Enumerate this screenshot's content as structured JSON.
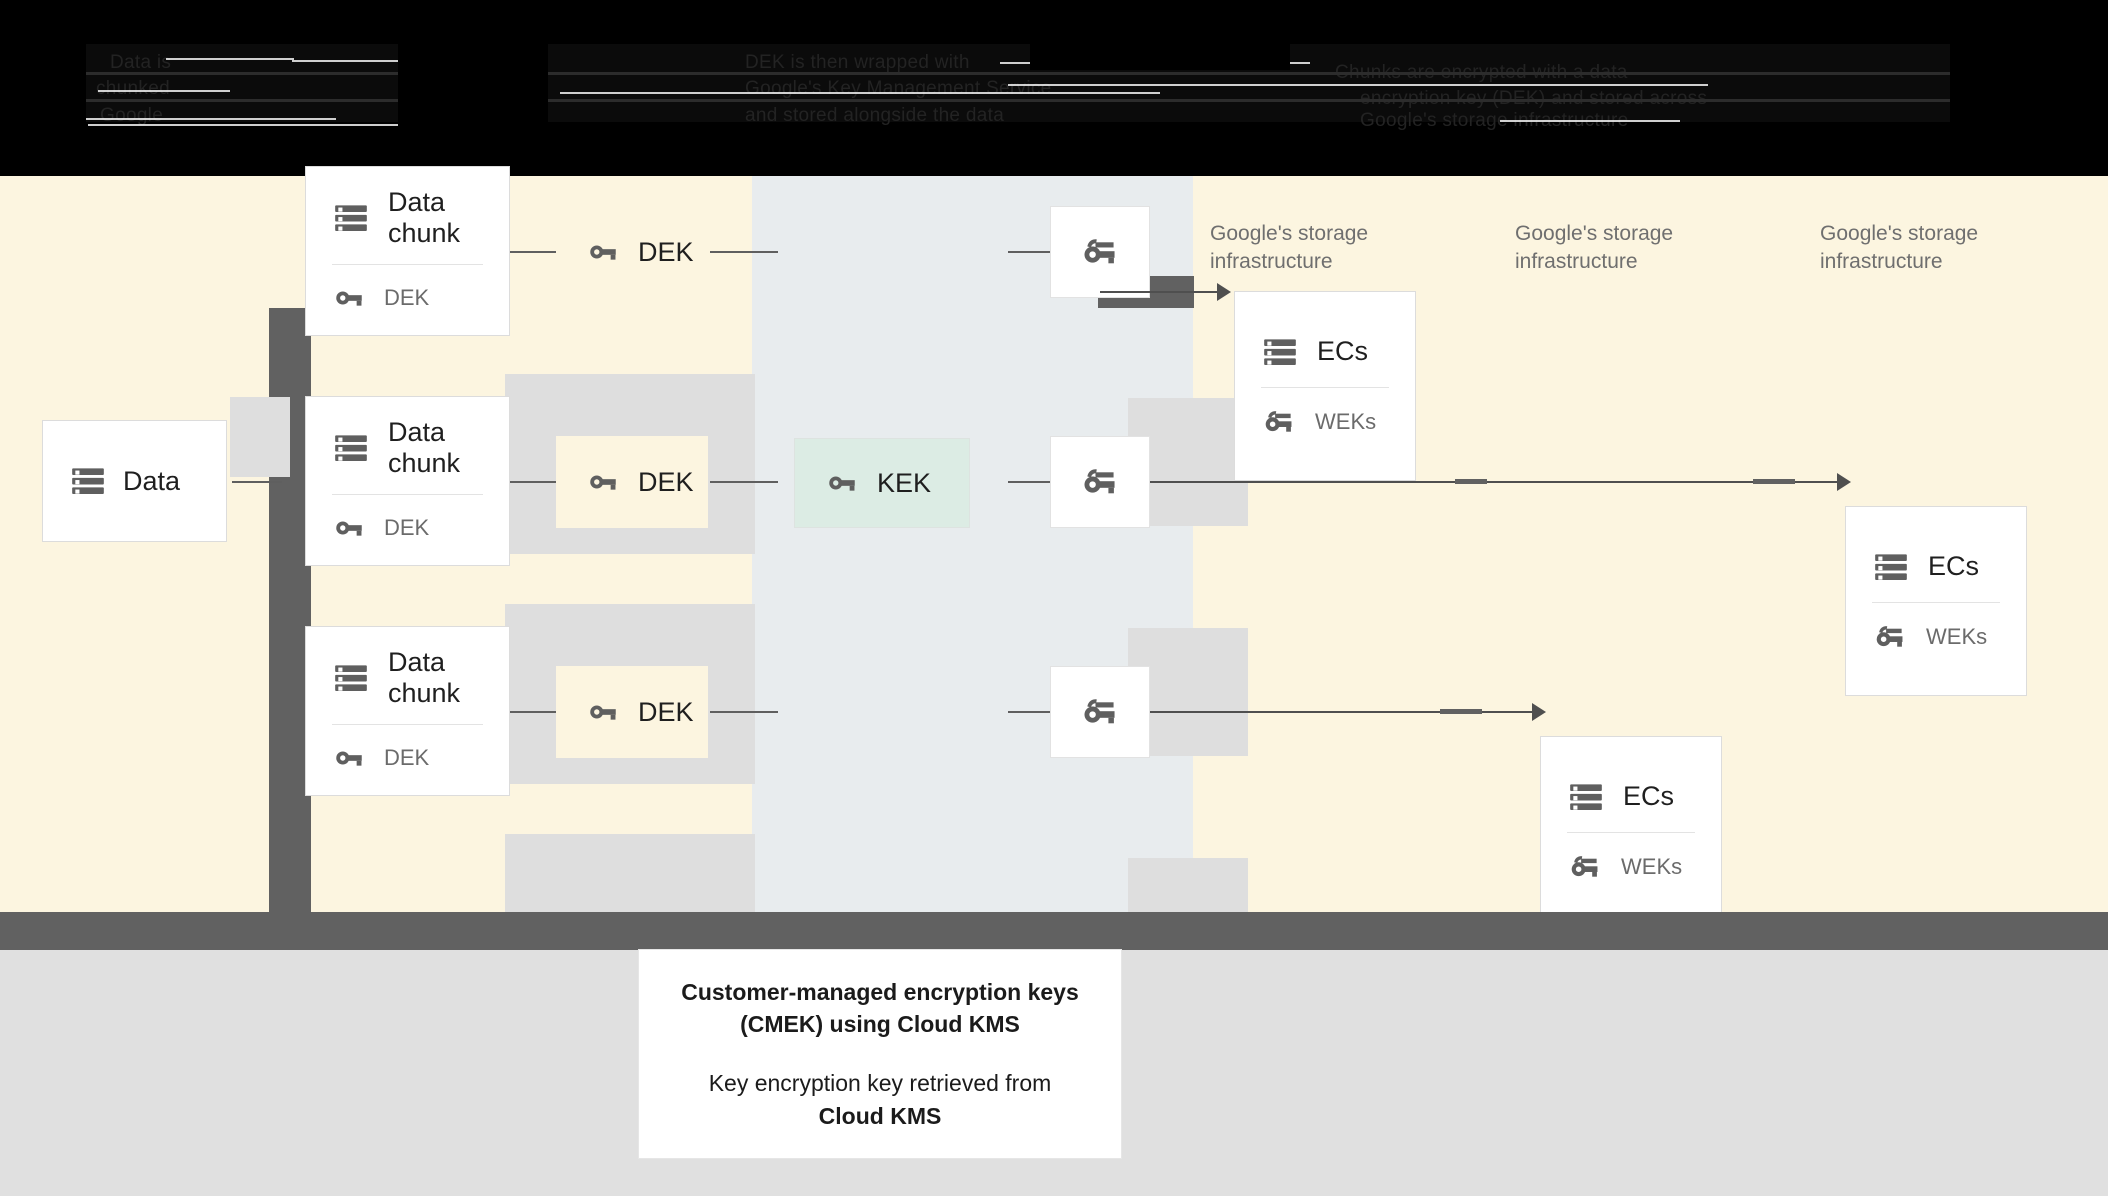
{
  "header": {
    "glitch_lines": [
      "Data is",
      "chunked",
      "Google",
      "DEK is then wrapped with",
      "Google's Key Management Service",
      "and stored alongside the data",
      "Chunks are encrypted with a data",
      "encryption key (DEK) and stored across",
      "Google's storage infrastructure"
    ]
  },
  "diagram": {
    "source": {
      "label": "Data",
      "icon": "database-icon"
    },
    "chunks": [
      {
        "title": "Data\nchunk",
        "key_label": "DEK",
        "icon": "database-icon",
        "key_icon": "key-icon"
      },
      {
        "title": "Data\nchunk",
        "key_label": "DEK",
        "icon": "database-icon",
        "key_icon": "key-icon"
      },
      {
        "title": "Data\nchunk",
        "key_label": "DEK",
        "icon": "database-icon",
        "key_icon": "key-icon"
      }
    ],
    "deks": [
      {
        "label": "DEK",
        "icon": "key-icon"
      },
      {
        "label": "DEK",
        "icon": "key-icon"
      },
      {
        "label": "DEK",
        "icon": "key-icon"
      }
    ],
    "kek": {
      "label": "KEK",
      "icon": "key-icon"
    },
    "wrapped_keys": [
      {
        "icon": "double-key-icon"
      },
      {
        "icon": "double-key-icon"
      },
      {
        "icon": "double-key-icon"
      }
    ],
    "storage_labels": [
      "Google's storage\ninfrastructure",
      "Google's storage\ninfrastructure",
      "Google's storage\ninfrastructure"
    ],
    "ec_cards": [
      {
        "title": "ECs",
        "key_label": "WEKs",
        "icon": "database-icon",
        "key_icon": "double-key-icon"
      },
      {
        "title": "ECs",
        "key_label": "WEKs",
        "icon": "database-icon",
        "key_icon": "double-key-icon"
      },
      {
        "title": "ECs",
        "key_label": "WEKs",
        "icon": "database-icon",
        "key_icon": "double-key-icon"
      }
    ]
  },
  "caption": {
    "title_line_1": "Customer-managed encryption keys",
    "title_line_2": "(CMEK) using Cloud KMS",
    "body_line_1": "Key encryption key retrieved from",
    "body_line_2": "Cloud KMS"
  },
  "colors": {
    "cream": "#fcf5e0",
    "bluegray": "#e8ecee",
    "dark_rail": "#616161",
    "kek_green": "#dcece4",
    "page_gray": "#e0e0e0"
  }
}
